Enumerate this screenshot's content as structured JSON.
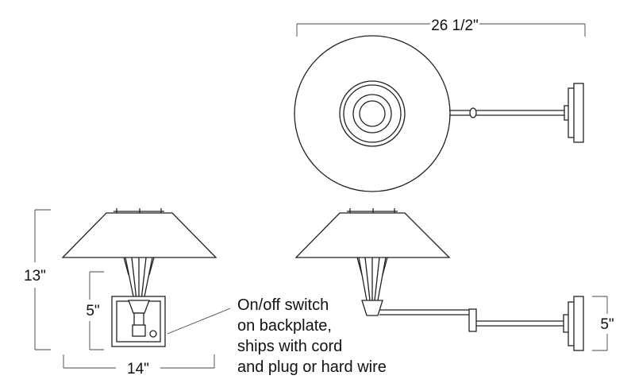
{
  "dimensions": {
    "top_width": "26 1/2\"",
    "overall_height": "13\"",
    "backplate_height": "5\"",
    "front_width": "14\"",
    "side_backplate_height": "5\""
  },
  "note_lines": [
    "On/off switch",
    "on backplate,",
    "ships with cord",
    "and plug or hard wire"
  ]
}
